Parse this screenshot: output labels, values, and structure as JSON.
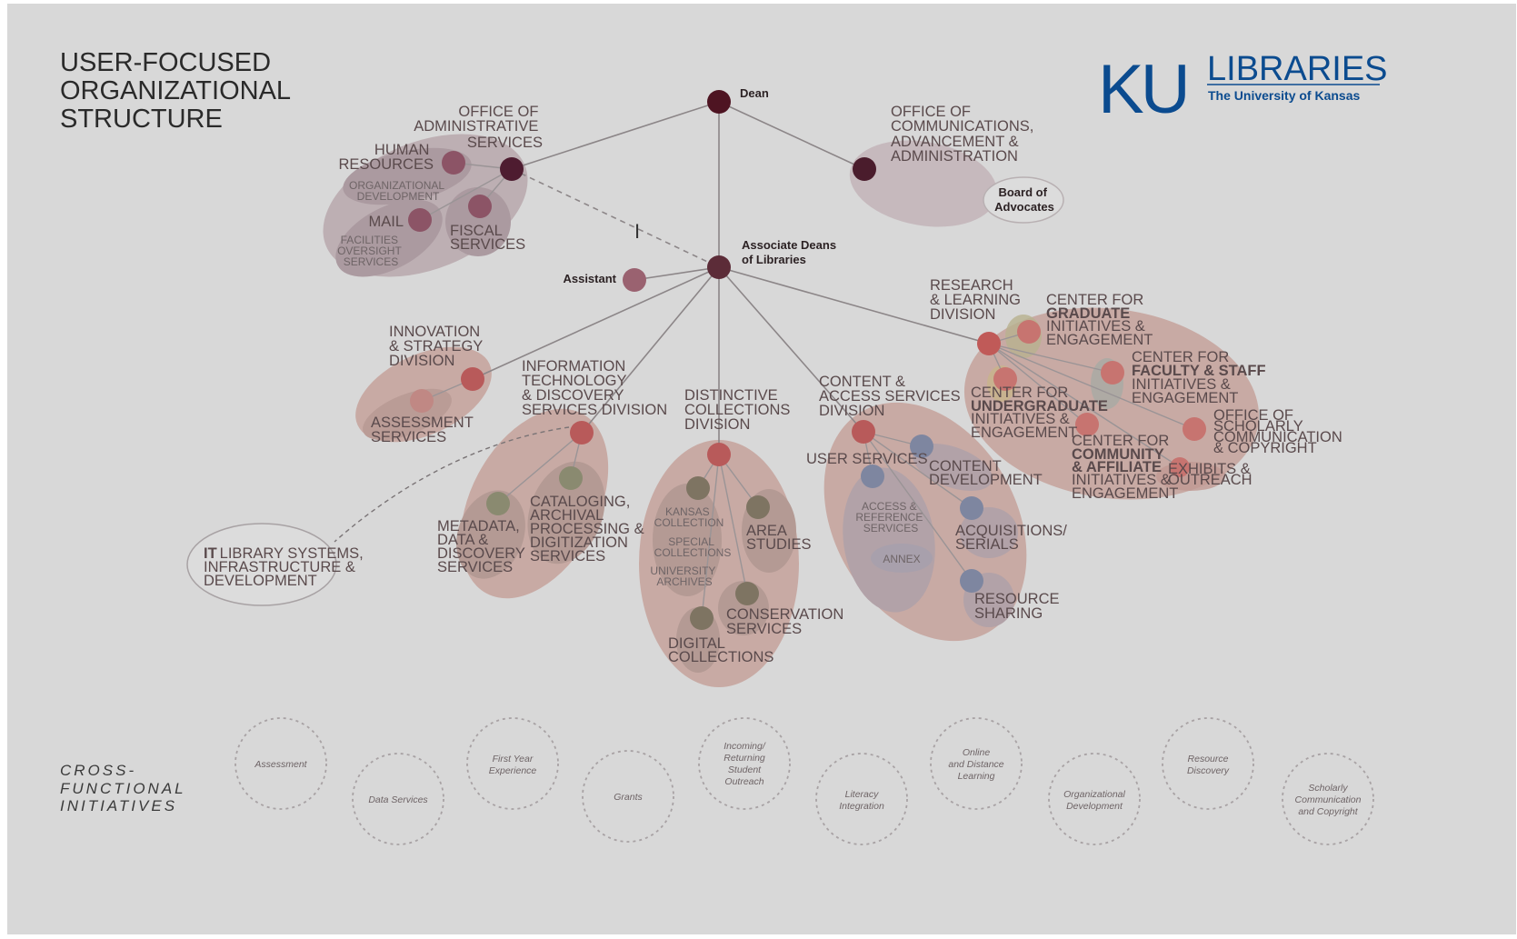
{
  "title_lines": [
    "USER-FOCUSED",
    "ORGANIZATIONAL",
    "STRUCTURE"
  ],
  "logo": {
    "mark": "KU",
    "word": "LIBRARIES",
    "sub": "The University of Kansas",
    "color": "#0b4b8f"
  },
  "dean": "Dean",
  "assoc": [
    "Associate Deans",
    "of Libraries"
  ],
  "assistant": "Assistant",
  "admin": {
    "title": [
      "OFFICE OF",
      "ADMINISTRATIVE",
      "SERVICES"
    ],
    "hr": [
      "HUMAN",
      "RESOURCES"
    ],
    "orgdev": [
      "ORGANIZATIONAL",
      "DEVELOPMENT"
    ],
    "mail": "MAIL",
    "fac": [
      "FACILITIES",
      "OVERSIGHT",
      "SERVICES"
    ],
    "fiscal": [
      "FISCAL",
      "SERVICES"
    ]
  },
  "comms": {
    "title": [
      "OFFICE OF",
      "COMMUNICATIONS,",
      "ADVANCEMENT &",
      "ADMINISTRATION"
    ],
    "board": [
      "Board of",
      "Advocates"
    ]
  },
  "innovation": {
    "title": [
      "INNOVATION",
      "& STRATEGY",
      "DIVISION"
    ],
    "assessment": [
      "ASSESSMENT",
      "SERVICES"
    ]
  },
  "it": {
    "title": [
      "INFORMATION",
      "TECHNOLOGY",
      "& DISCOVERY",
      "SERVICES DIVISION"
    ],
    "metadata": [
      "METADATA,",
      "DATA &",
      "DISCOVERY",
      "SERVICES"
    ],
    "cataloging": [
      "CATALOGING,",
      "ARCHIVAL",
      "PROCESSING &",
      "DIGITIZATION",
      "SERVICES"
    ],
    "itlib": [
      "IT",
      "LIBRARY SYSTEMS,",
      "INFRASTRUCTURE &",
      "DEVELOPMENT"
    ]
  },
  "distinctive": {
    "title": [
      "DISTINCTIVE",
      "COLLECTIONS",
      "DIVISION"
    ],
    "kansas": [
      "KANSAS",
      "COLLECTION"
    ],
    "special": [
      "SPECIAL",
      "COLLECTIONS"
    ],
    "archives": [
      "UNIVERSITY",
      "ARCHIVES"
    ],
    "area": [
      "AREA",
      "STUDIES"
    ],
    "conservation": [
      "CONSERVATION",
      "SERVICES"
    ],
    "digital": [
      "DIGITAL",
      "COLLECTIONS"
    ]
  },
  "content": {
    "title": [
      "CONTENT &",
      "ACCESS SERVICES",
      "DIVISION"
    ],
    "user_services": "USER SERVICES",
    "content_dev": [
      "CONTENT",
      "DEVELOPMENT"
    ],
    "access_ref": [
      "ACCESS &",
      "REFERENCE",
      "SERVICES"
    ],
    "annex": "ANNEX",
    "acq": [
      "ACQUISITIONS/",
      "SERIALS"
    ],
    "resource": [
      "RESOURCE",
      "SHARING"
    ]
  },
  "research": {
    "title": [
      "RESEARCH",
      "& LEARNING",
      "DIVISION"
    ],
    "grad": {
      "pre": "CENTER FOR",
      "bold": "GRADUATE",
      "post": [
        "INITIATIVES &",
        "ENGAGEMENT"
      ]
    },
    "faculty": {
      "pre": "CENTER FOR",
      "bold": "FACULTY & STAFF",
      "post": [
        "INITIATIVES &",
        "ENGAGEMENT"
      ]
    },
    "undergrad": {
      "pre": "CENTER FOR",
      "bold": "UNDERGRADUATE",
      "post": [
        "INITIATIVES &",
        "ENGAGEMENT"
      ]
    },
    "community": {
      "pre": "CENTER FOR",
      "bold": [
        "COMMUNITY",
        "& AFFILIATE"
      ],
      "post": [
        "INITIATIVES &",
        "ENGAGEMENT"
      ]
    },
    "scholarly": [
      "OFFICE OF",
      "SCHOLARLY",
      "COMMUNICATION",
      "& COPYRIGHT"
    ],
    "exhibits": [
      "EXHIBITS &",
      "OUTREACH"
    ]
  },
  "cross_title": [
    "CROSS-",
    "FUNCTIONAL",
    "INITIATIVES"
  ],
  "cross": [
    [
      "Assessment"
    ],
    [
      "Data Services"
    ],
    [
      "First Year",
      "Experience"
    ],
    [
      "Grants"
    ],
    [
      "Incoming/",
      "Returning",
      "Student",
      "Outreach"
    ],
    [
      "Literacy",
      "Integration"
    ],
    [
      "Online",
      "and Distance",
      "Learning"
    ],
    [
      "Organizational",
      "Development"
    ],
    [
      "Resource",
      "Discovery"
    ],
    [
      "Scholarly",
      "Communication",
      "and Copyright"
    ]
  ]
}
